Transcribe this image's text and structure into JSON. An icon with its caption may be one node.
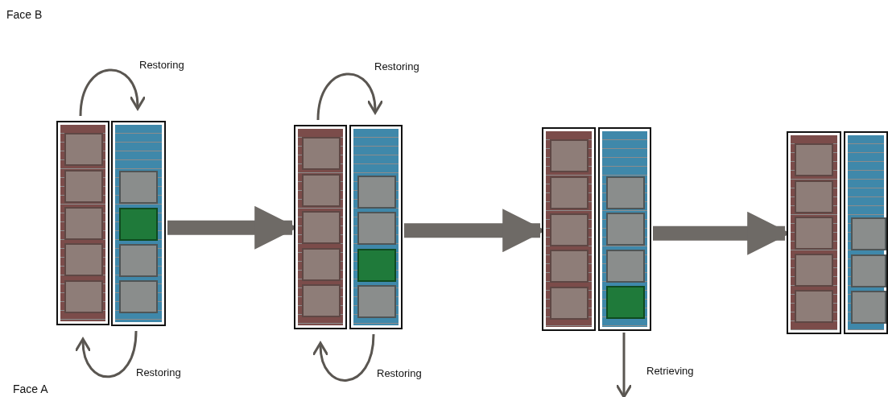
{
  "diagram": {
    "nodes": [
      {
        "text": [],
        "shape": "bar"
      },
      {
        "text": [],
        "shape": "box",
        "in": 0
      },
      {
        "text": [],
        "shape": "box",
        "in": 0
      },
      {
        "text": [],
        "shape": "box",
        "in": 0
      },
      {
        "text": [],
        "shape": "box",
        "in": 0
      },
      {
        "text": [],
        "shape": "box",
        "in": 0
      },
      {
        "text": [],
        "shape": "bar"
      },
      {
        "text": [],
        "shape": "box",
        "in": 6
      },
      {
        "text": [],
        "shape": "box",
        "in": 6
      },
      {
        "text": [],
        "shape": "box",
        "in": 6
      },
      {
        "text": [],
        "shape": "box",
        "in": 6
      },
      {
        "text": [],
        "shape": "bar"
      },
      {
        "text": [],
        "shape": "box",
        "in": 11
      },
      {
        "text": [],
        "shape": "box",
        "in": 11
      },
      {
        "text": [],
        "shape": "box",
        "in": 11
      },
      {
        "text": [],
        "shape": "box",
        "in": 11
      },
      {
        "text": [],
        "shape": "box",
        "in": 11
      },
      {
        "text": [],
        "shape": "bar"
      },
      {
        "text": [],
        "shape": "box",
        "in": 17
      },
      {
        "text": [],
        "shape": "box",
        "in": 17
      },
      {
        "text": [],
        "shape": "box",
        "in": 17
      },
      {
        "text": [],
        "shape": "box",
        "in": 17
      },
      {
        "text": [],
        "shape": "bar"
      },
      {
        "text": [],
        "shape": "box",
        "in": 22
      },
      {
        "text": [],
        "shape": "box",
        "in": 22
      },
      {
        "text": [],
        "shape": "box",
        "in": 22
      },
      {
        "text": [],
        "shape": "box",
        "in": 22
      },
      {
        "text": [],
        "shape": "box",
        "in": 22
      },
      {
        "text": [],
        "shape": "bar"
      },
      {
        "text": [],
        "shape": "box",
        "in": 28
      },
      {
        "text": [],
        "shape": "box",
        "in": 28
      },
      {
        "text": [],
        "shape": "box",
        "in": 28
      },
      {
        "text": [],
        "shape": "box",
        "in": 28
      },
      {
        "text": [],
        "shape": "bar"
      },
      {
        "text": [],
        "shape": "box",
        "in": 33
      },
      {
        "text": [],
        "shape": "box",
        "in": 33
      },
      {
        "text": [],
        "shape": "box",
        "in": 33
      },
      {
        "text": [],
        "shape": "box",
        "in": 33
      },
      {
        "text": [],
        "shape": "box",
        "in": 33
      },
      {
        "text": [],
        "shape": "bar"
      },
      {
        "text": [],
        "shape": "box",
        "in": 39
      },
      {
        "text": [],
        "shape": "box",
        "in": 39
      },
      {
        "text": [],
        "shape": "box",
        "in": 39
      }
    ],
    "edges": [
      {
        "from": 0,
        "to": 6,
        "arrow": "to",
        "label": "Restoring"
      },
      {
        "from": 6,
        "to": 0,
        "arrow": "to",
        "label": "Restoring"
      },
      {
        "from": 6,
        "to": 11,
        "arrow": "to",
        "style": "thick"
      },
      {
        "from": 11,
        "to": 17,
        "arrow": "to",
        "label": "Restoring"
      },
      {
        "from": 17,
        "to": 11,
        "arrow": "to",
        "label": "Restoring"
      },
      {
        "from": 17,
        "to": 22,
        "arrow": "to",
        "style": "thick"
      },
      {
        "from": 28,
        "to": null,
        "arrow": "to",
        "label": "Retrieving"
      },
      {
        "from": 28,
        "to": 33,
        "arrow": "to",
        "style": "thick"
      }
    ],
    "labels": [
      "Face B",
      "Face A"
    ]
  }
}
